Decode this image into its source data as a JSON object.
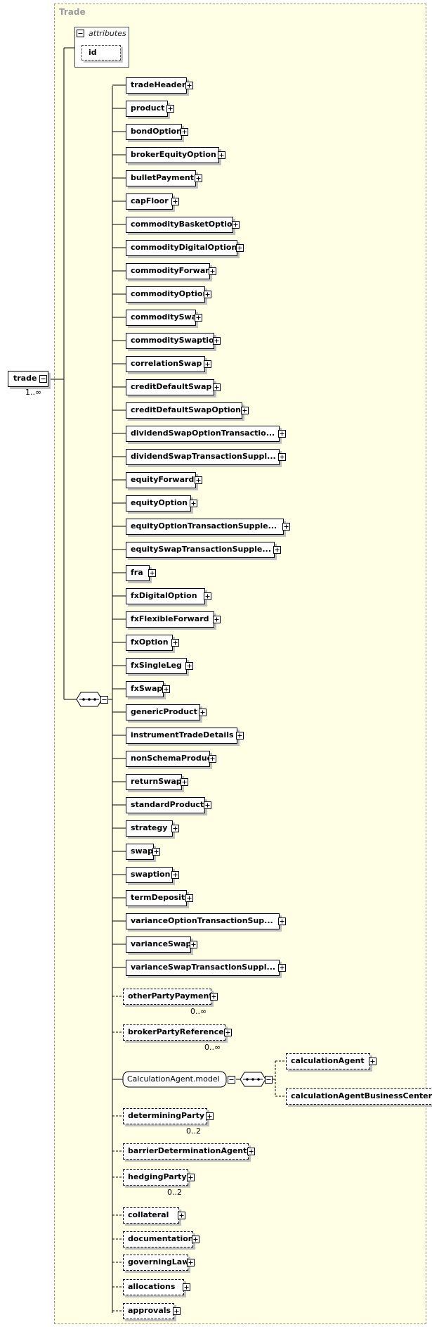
{
  "diagram": {
    "group_title": "Trade",
    "attributes_title": "attributes",
    "attribute_id": "id",
    "root": {
      "label": "trade",
      "cardinality": "1..∞"
    },
    "choice_elements": [
      "tradeHeader",
      "product",
      "bondOption",
      "brokerEquityOption",
      "bulletPayment",
      "capFloor",
      "commodityBasketOption",
      "commodityDigitalOption",
      "commodityForward",
      "commodityOption",
      "commoditySwap",
      "commoditySwaption",
      "correlationSwap",
      "creditDefaultSwap",
      "creditDefaultSwapOption",
      "dividendSwapOptionTransactio...",
      "dividendSwapTransactionSuppl...",
      "equityForward",
      "equityOption",
      "equityOptionTransactionSupple...",
      "equitySwapTransactionSupple...",
      "fra",
      "fxDigitalOption",
      "fxFlexibleForward",
      "fxOption",
      "fxSingleLeg",
      "fxSwap",
      "genericProduct",
      "instrumentTradeDetails",
      "nonSchemaProduct",
      "returnSwap",
      "standardProduct",
      "strategy",
      "swap",
      "swaption",
      "termDeposit",
      "varianceOptionTransactionSup...",
      "varianceSwap",
      "varianceSwapTransactionSuppl..."
    ],
    "later_elements": [
      {
        "label": "otherPartyPayment",
        "cardinality": "0..∞"
      },
      {
        "label": "brokerPartyReference",
        "cardinality": "0..∞"
      },
      {
        "label": "CalculationAgent.model",
        "cardinality": ""
      },
      {
        "label": "determiningParty",
        "cardinality": "0..2"
      },
      {
        "label": "barrierDeterminationAgent",
        "cardinality": ""
      },
      {
        "label": "hedgingParty",
        "cardinality": "0..2"
      },
      {
        "label": "collateral",
        "cardinality": ""
      },
      {
        "label": "documentation",
        "cardinality": ""
      },
      {
        "label": "governingLaw",
        "cardinality": ""
      },
      {
        "label": "allocations",
        "cardinality": ""
      },
      {
        "label": "approvals",
        "cardinality": ""
      }
    ],
    "calc_agent_children": [
      "calculationAgent",
      "calculationAgentBusinessCenter"
    ]
  },
  "colors": {
    "group_bg": "#ffffe6",
    "group_border": "#9a9a70",
    "shadow": "#c0c0c0"
  }
}
